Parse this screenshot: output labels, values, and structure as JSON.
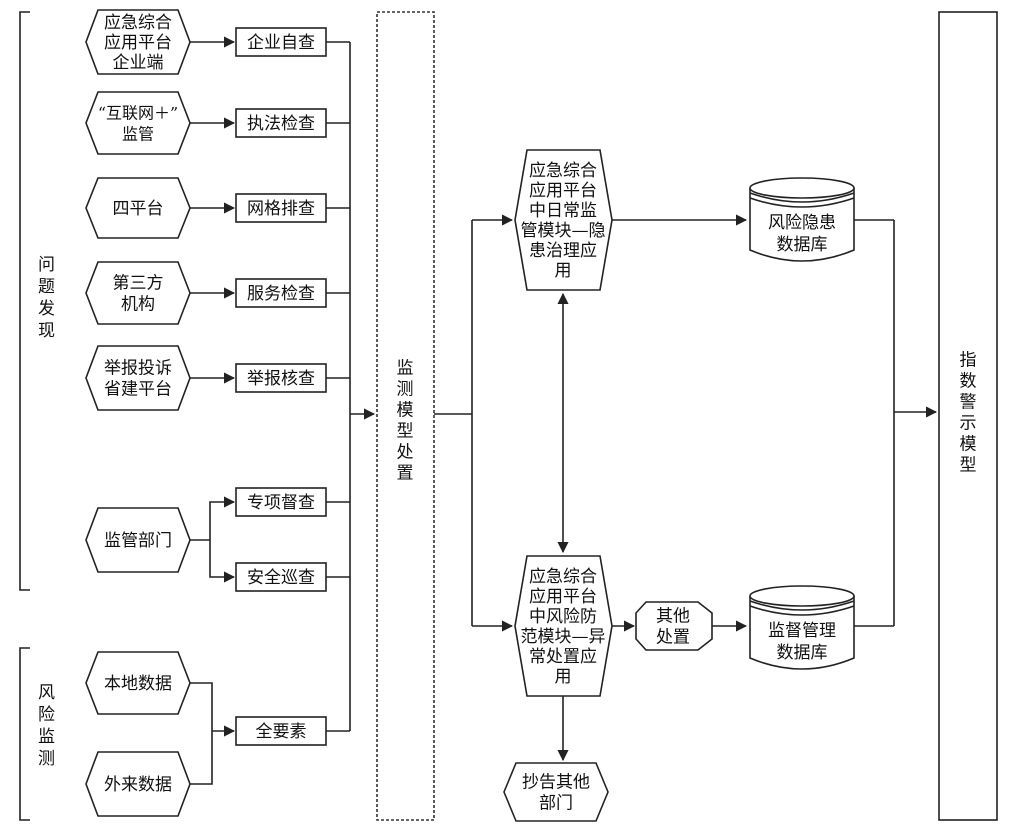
{
  "brackets": {
    "problem_discovery": "问题发现",
    "risk_monitoring": "风险监测"
  },
  "sources": {
    "s1": [
      "应急综合",
      "应用平台",
      "企业端"
    ],
    "s2": [
      "“互联网＋”",
      "监管"
    ],
    "s3": [
      "四平台"
    ],
    "s4": [
      "第三方",
      "机构"
    ],
    "s5": [
      "举报投诉",
      "省建平台"
    ],
    "s6": [
      "监管部门"
    ],
    "s7": [
      "本地数据"
    ],
    "s8": [
      "外来数据"
    ]
  },
  "actions": {
    "a1": "企业自查",
    "a2": "执法检查",
    "a3": "网格排查",
    "a4": "服务检查",
    "a5": "举报核查",
    "a6": "专项督查",
    "a7": "安全巡查",
    "a8": "全要素"
  },
  "monitor_model": [
    "监",
    "测",
    "模",
    "型",
    "处",
    "置"
  ],
  "modules": {
    "upper": [
      "应急综合",
      "应用平台",
      "中日常监",
      "管模块—隐",
      "患治理应",
      "用"
    ],
    "lower": [
      "应急综合",
      "应用平台",
      "中风险防",
      "范模块—异",
      "常处置应",
      "用"
    ]
  },
  "other_handling": [
    "其他",
    "处置"
  ],
  "cc_departments": [
    "抄告其他",
    "部门"
  ],
  "databases": {
    "risk_hazard": [
      "风险隐患",
      "数据库"
    ],
    "supervision": [
      "监督管理",
      "数据库"
    ]
  },
  "index_model": [
    "指",
    "数",
    "警",
    "示",
    "模",
    "型"
  ]
}
